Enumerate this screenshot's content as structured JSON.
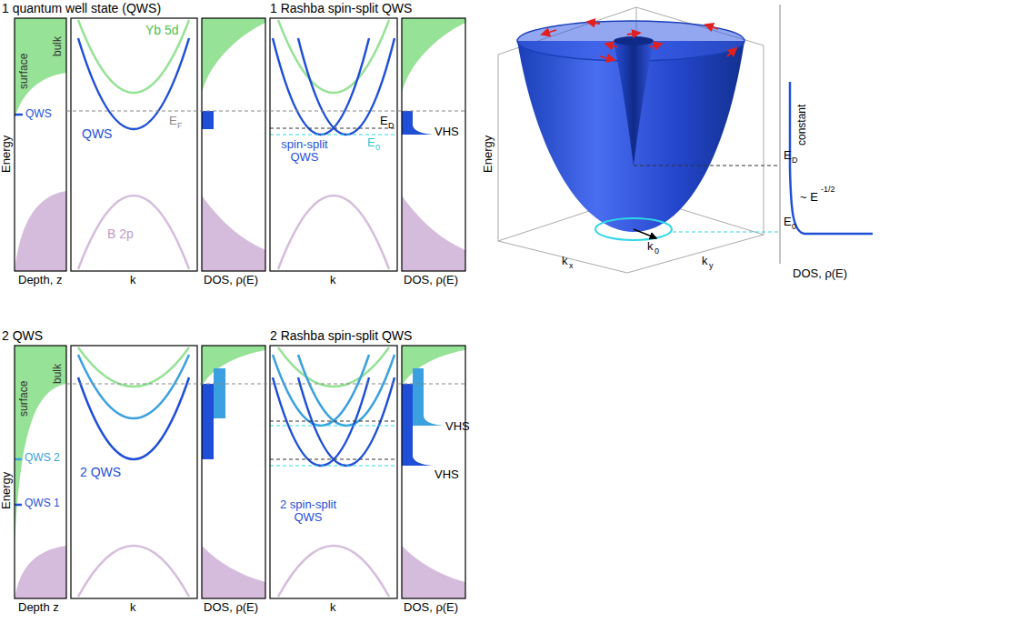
{
  "diagram": {
    "labels": [
      "1 quantum well state (QWS)",
      "surface",
      "bulk",
      "QWS",
      "Energy",
      "Depth, z",
      "Yb 5d",
      "QWS",
      "E",
      "F",
      "B 2p",
      "k",
      "DOS, ρ(E)",
      "1 Rashba spin-split QWS",
      "spin-split QWS",
      "E",
      "0",
      "E",
      "D",
      "k",
      "DOS, ρ(E)",
      "VHS",
      "Energy",
      "E",
      "D",
      "~ E",
      "-1/2",
      "E",
      "0",
      "k",
      "0",
      "k",
      "x",
      "k",
      "y",
      "constant",
      "DOS, ρ(E)",
      "2 QWS",
      "surface",
      "bulk",
      "QWS 2",
      "QWS 1",
      "Energy",
      "Depth z",
      "2 QWS",
      "k",
      "DOS, ρ(E)",
      "2 Rashba spin-split QWS",
      "2 spin-split QWS",
      "k",
      "DOS, ρ(E)",
      "VHS",
      "VHS"
    ]
  }
}
